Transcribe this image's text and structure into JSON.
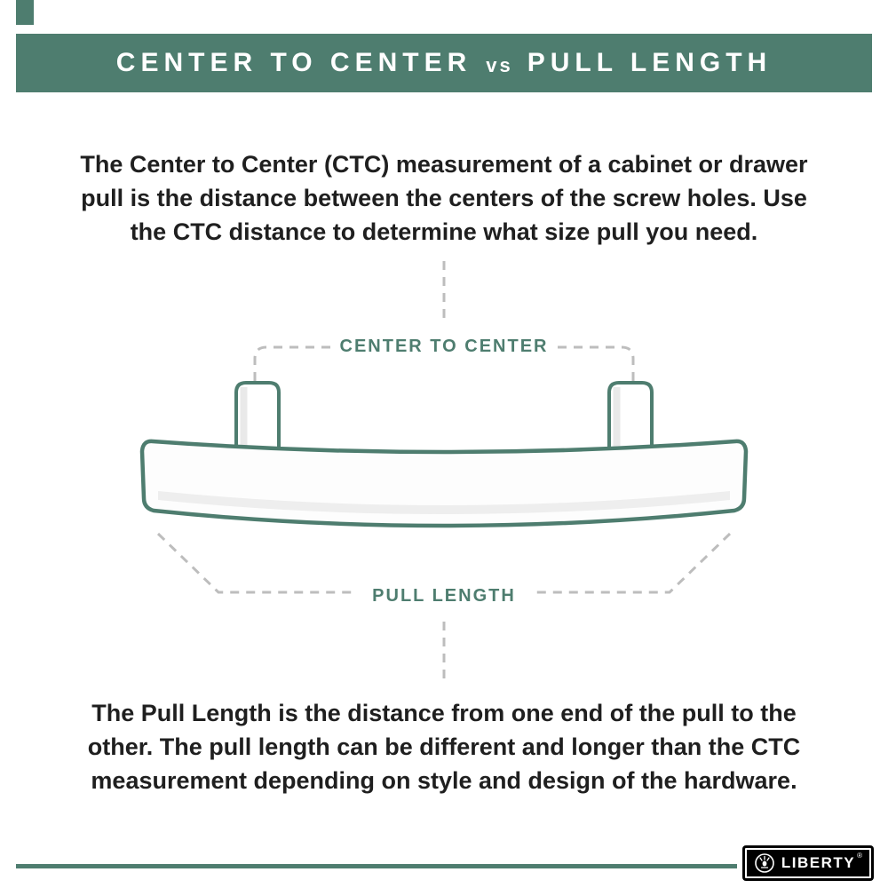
{
  "colors": {
    "brand_green": "#4e7d6f",
    "text": "#1f1f1f",
    "dash_gray": "#bdbdbd"
  },
  "header": {
    "title_left": "CENTER TO CENTER",
    "title_vs": "vs",
    "title_right": "PULL LENGTH"
  },
  "intro": {
    "lines": [
      "The Center to Center (CTC) measurement of a cabinet or drawer",
      "pull is the distance between the centers of the screw holes. Use",
      "the CTC distance to determine what size pull you need."
    ]
  },
  "diagram": {
    "ctc_label": "CENTER TO CENTER",
    "pull_label": "PULL LENGTH"
  },
  "outro": {
    "lines": [
      "The Pull Length is the distance from one end of the pull to the",
      "other. The pull length can be different and longer than the CTC",
      "measurement depending on style and design of the hardware."
    ]
  },
  "footer": {
    "brand": "LIBERTY",
    "registered": "®"
  }
}
